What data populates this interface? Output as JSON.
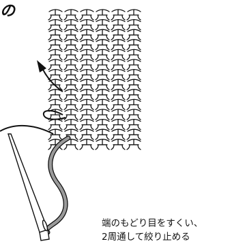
{
  "heading": {
    "text": "の"
  },
  "caption": {
    "line1": "端のもどり目をすくい、",
    "line2": "2周通して絞り止める"
  },
  "colors": {
    "ink": "#111111",
    "yarn": "#9a9a9a",
    "background": "#ffffff"
  },
  "icons": {
    "arrow": "direction-arrow-icon",
    "needle": "tapestry-needle-icon"
  }
}
